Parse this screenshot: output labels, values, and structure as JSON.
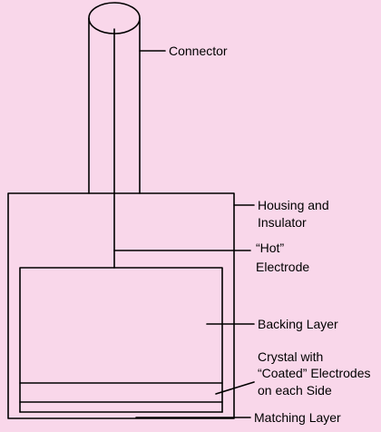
{
  "diagram": {
    "labels": {
      "connector": "Connector",
      "housing_line1": "Housing and",
      "housing_line2": "Insulator",
      "hot_line1": "“Hot”",
      "hot_line2": "Electrode",
      "backing": "Backing Layer",
      "crystal_line1": "Crystal with",
      "crystal_line2": "“Coated” Electrodes",
      "crystal_line3": "on each Side",
      "matching": "Matching Layer"
    },
    "colors": {
      "background": "#f9d7ea",
      "stroke": "#000000"
    }
  }
}
